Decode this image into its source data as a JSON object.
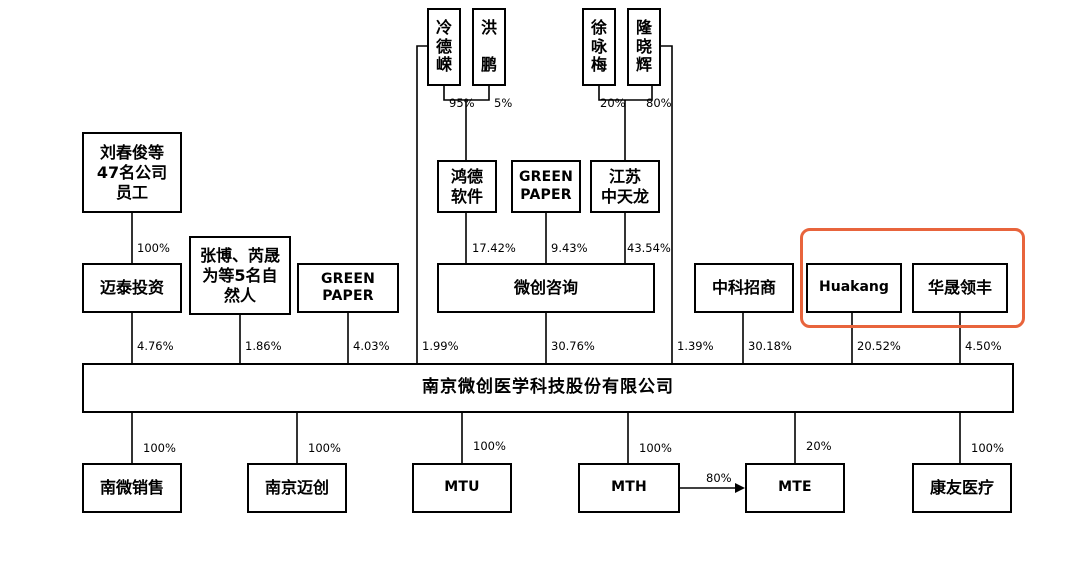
{
  "company": "南京微创医学科技股份有限公司",
  "top_people": {
    "leng": "冷\n德\n嵘",
    "hong": "洪\n\n鹏",
    "xu": "徐\n咏\n梅",
    "long": "隆\n晓\n辉"
  },
  "mid_entities": {
    "hongde": "鸿德\n软件",
    "green_paper": "GREEN\nPAPER",
    "jiangsu": "江苏\n中天龙"
  },
  "top_left": "刘春俊等\n47名公司\n员工",
  "shareholders": {
    "maitai": "迈泰投资",
    "zhangbo": "张博、芮晟\n为等5名自\n然人",
    "green_paper2": "GREEN\nPAPER",
    "weichuang_zixun": "微创咨询",
    "zhongke": "中科招商",
    "huakang": "Huakang",
    "huasheng": "华晟领丰"
  },
  "subsidiaries": {
    "nanwei": "南微销售",
    "nanjing_maichuang": "南京迈创",
    "mtu": "MTU",
    "mth": "MTH",
    "mte": "MTE",
    "kangyou": "康友医疗"
  },
  "percents": {
    "leng_95": "95%",
    "hong_5": "5%",
    "xu_20": "20%",
    "long_80": "80%",
    "staff_100": "100%",
    "hongde_1742": "17.42%",
    "gp_943": "9.43%",
    "js_4354": "43.54%",
    "maitai_476": "4.76%",
    "zb_186": "1.86%",
    "gp2_403": "4.03%",
    "leng_199": "1.99%",
    "wczx_3076": "30.76%",
    "long_139": "1.39%",
    "zk_3018": "30.18%",
    "hk_2052": "20.52%",
    "hs_450": "4.50%",
    "s1_100": "100%",
    "s2_100": "100%",
    "s3_100": "100%",
    "s4_100": "100%",
    "s5_20": "20%",
    "s6_100": "100%",
    "mth_mte_80": "80%"
  },
  "highlight_color": "#e8643c"
}
